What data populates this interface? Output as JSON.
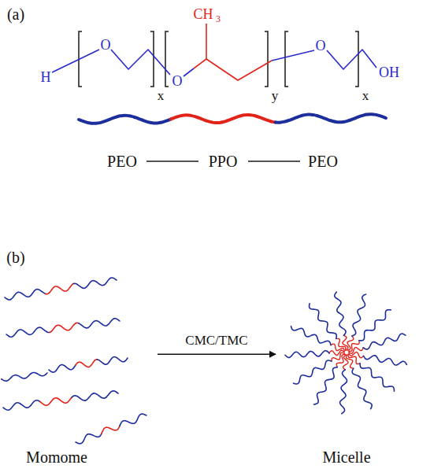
{
  "diagram": {
    "nodes": [
      {
        "text": [
          "Momome"
        ]
      },
      {
        "text": [
          "Micelle"
        ]
      }
    ],
    "edges": [
      {
        "from": 0,
        "to": 1,
        "arrow": "to",
        "label": "CMC/TMC"
      }
    ],
    "labels": [
      "(a)",
      "CH",
      "3",
      "H",
      "O",
      "O",
      "x",
      "y",
      "O",
      "x",
      "OH",
      "PEO",
      "PPO",
      "PEO",
      "(b)"
    ]
  }
}
